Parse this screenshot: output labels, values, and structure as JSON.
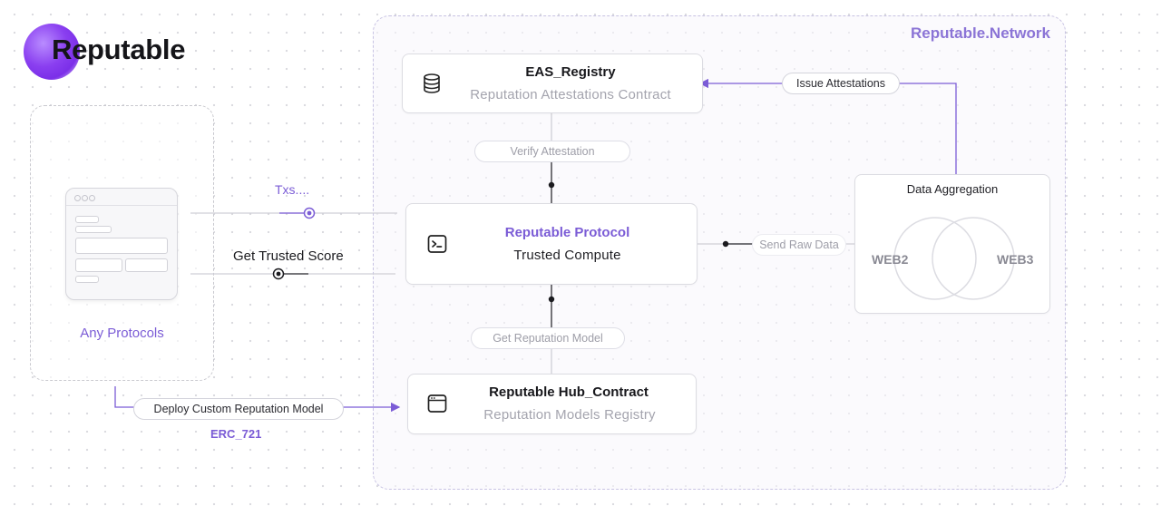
{
  "brand": {
    "name": "Reputable"
  },
  "network": {
    "label": "Reputable.Network"
  },
  "eas": {
    "title": "EAS_Registry",
    "subtitle": "Reputation Attestations Contract"
  },
  "protocol": {
    "title": "Reputable Protocol",
    "subtitle": "Trusted Compute"
  },
  "hub": {
    "title": "Reputable Hub_Contract",
    "subtitle": "Reputation Models Registry"
  },
  "aggregation": {
    "title": "Data Aggregation",
    "left": "WEB2",
    "right": "WEB3"
  },
  "any": {
    "label": "Any Protocols"
  },
  "edges": {
    "issue": "Issue Attestations",
    "verify": "Verify Attestation",
    "send_raw": "Send Raw Data",
    "get_model": "Get Reputation Model",
    "deploy": "Deploy Custom Reputation Model",
    "erc": "ERC_721",
    "txs": "Txs....",
    "trusted_score": "Get Trusted Score"
  },
  "icons": {
    "eas": "database-icon",
    "protocol": "terminal-icon",
    "hub": "browser-window-icon"
  },
  "colors": {
    "accent": "#7b5cd6",
    "line": "#c9c9d1"
  }
}
